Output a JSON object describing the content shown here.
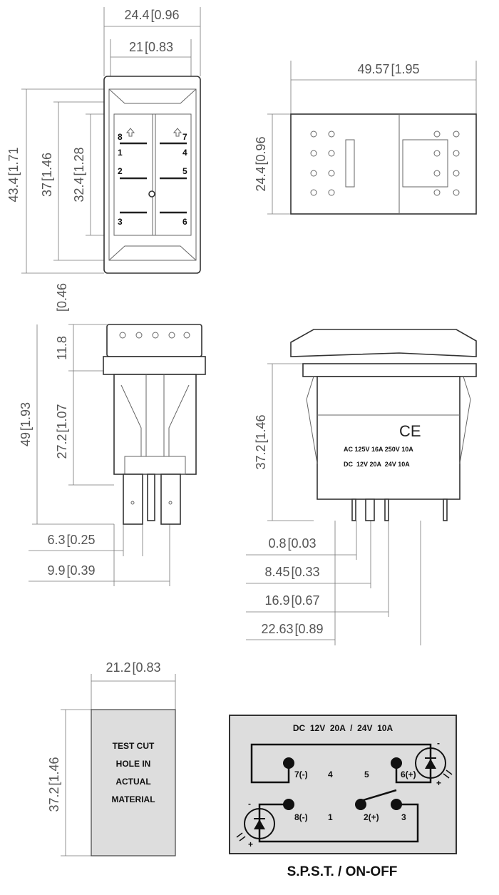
{
  "dimensions": {
    "top_width_outer": {
      "mm": "24.4",
      "in": "0.96"
    },
    "top_width_inner": {
      "mm": "21",
      "in": "0.83"
    },
    "top_height_outer": {
      "mm": "43.4",
      "in": "1.71"
    },
    "top_height_mid": {
      "mm": "37",
      "in": "1.46"
    },
    "top_height_inner": {
      "mm": "32.4",
      "in": "1.28"
    },
    "right_length": {
      "mm": "49.57",
      "in": "1.95"
    },
    "right_height": {
      "mm": "24.4",
      "in": "0.96"
    },
    "side_cap_in": {
      "mm": "",
      "in": "0.46"
    },
    "side_cap_mm": {
      "mm": "11.8",
      "in": ""
    },
    "side_total": {
      "mm": "49",
      "in": "1.93"
    },
    "side_body": {
      "mm": "27.2",
      "in": "1.07"
    },
    "term_width_1": {
      "mm": "6.3",
      "in": "0.25"
    },
    "term_width_2": {
      "mm": "9.9",
      "in": "0.39"
    },
    "profile_height": {
      "mm": "37.2",
      "in": "1.46"
    },
    "pin_1": {
      "mm": "0.8",
      "in": "0.03"
    },
    "pin_2": {
      "mm": "8.45",
      "in": "0.33"
    },
    "pin_3": {
      "mm": "16.9",
      "in": "0.67"
    },
    "pin_4": {
      "mm": "22.63",
      "in": "0.89"
    },
    "cut_width": {
      "mm": "21.2",
      "in": "0.83"
    },
    "cut_height": {
      "mm": "37.2",
      "in": "1.46"
    }
  },
  "front_view": {
    "terminals": [
      "8",
      "7",
      "1",
      "4",
      "2",
      "5",
      "3",
      "6"
    ]
  },
  "profile_view": {
    "ce_mark": "CE",
    "rating_ac": "AC 125V 16A 250V 10A",
    "rating_dc": "DC  12V 20A  24V 10A"
  },
  "cutout": {
    "lines": [
      "TEST CUT",
      "HOLE IN",
      "ACTUAL",
      "MATERIAL"
    ]
  },
  "wiring": {
    "title": "DC  12V  20A  /  24V  10A",
    "pins": {
      "p7": "7(-)",
      "p4": "4",
      "p5": "5",
      "p6": "6(+)",
      "p8": "8(-)",
      "p1": "1",
      "p2": "2(+)",
      "p3": "3"
    },
    "caption": "S.P.S.T. / ON-OFF"
  }
}
